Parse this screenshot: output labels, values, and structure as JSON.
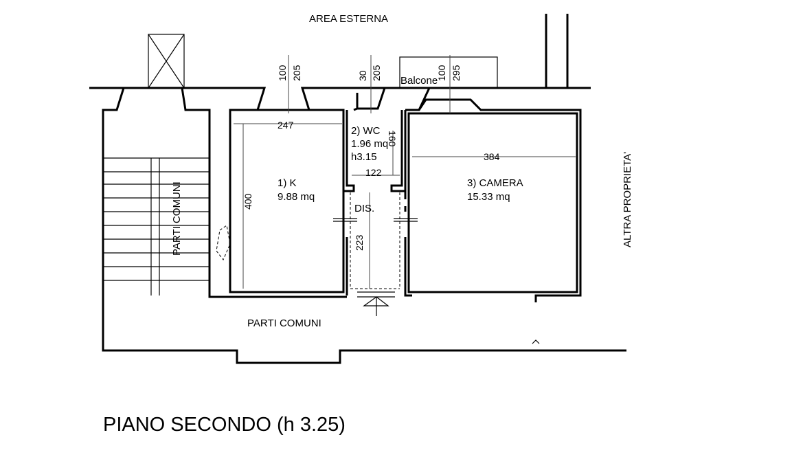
{
  "title": "PIANO SECONDO (h 3.25)",
  "labels": {
    "area_esterna": "AREA ESTERNA",
    "altra_proprieta": "ALTRA PROPRIETA'",
    "parti_comuni_vertical": "PARTI COMUNI",
    "parti_comuni_bottom": "PARTI COMUNI",
    "balcone": "Balcone",
    "dis": "DIS."
  },
  "rooms": [
    {
      "name": "1) K",
      "area": "9.88 mq"
    },
    {
      "name": "2) WC",
      "area": "1.96 mq",
      "height": "h3.15"
    },
    {
      "name": "3) CAMERA",
      "area": "15.33 mq"
    }
  ],
  "dimensions": {
    "k_width": "247",
    "k_depth": "400",
    "wc_width": "122",
    "wc_depth": "160",
    "dis_depth": "223",
    "camera_width": "384",
    "window_k_sill": "100",
    "window_k_height": "205",
    "window_wc_sill": "30",
    "window_wc_height": "205",
    "window_camera_sill": "100",
    "window_camera_height": "295"
  }
}
